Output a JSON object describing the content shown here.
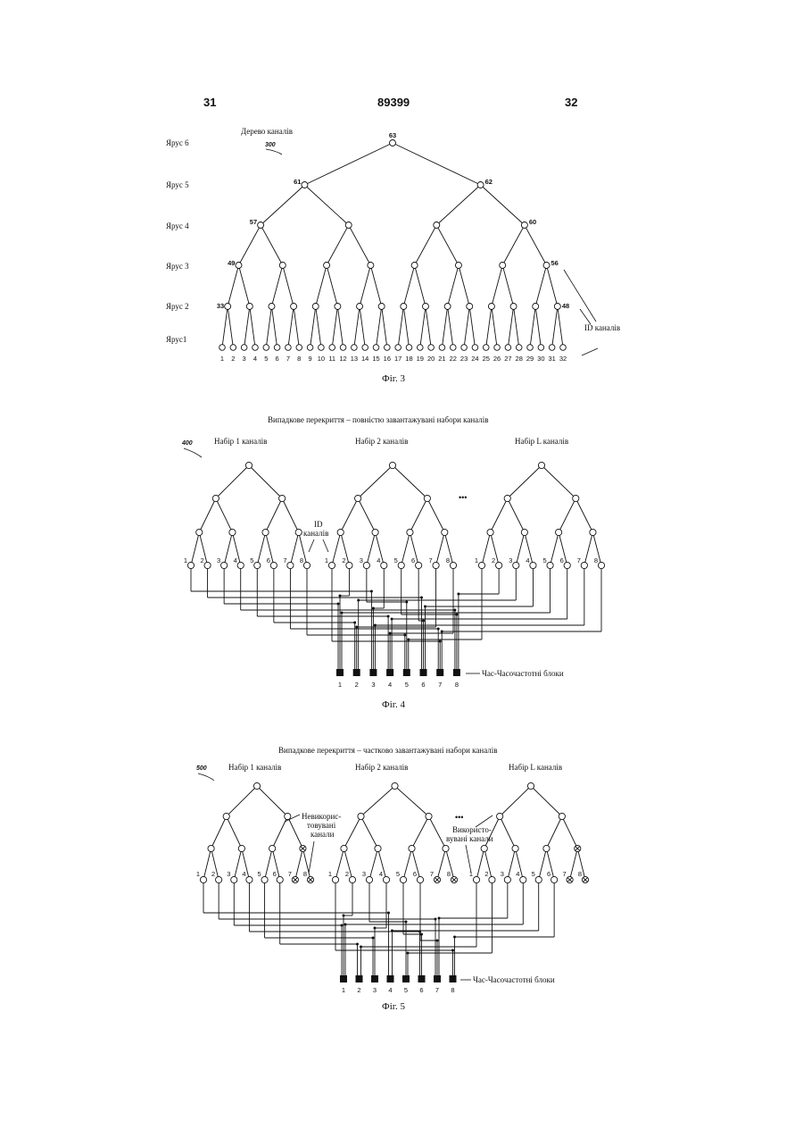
{
  "header": {
    "left_page": "31",
    "patent_number": "89399",
    "right_page": "32"
  },
  "fig3": {
    "title": "Дерево каналів",
    "ref": "300",
    "tiers": [
      "Ярус 6",
      "Ярус 5",
      "Ярус 4",
      "Ярус 3",
      "Ярус 2",
      "Ярус1"
    ],
    "leaf_labels": [
      "1",
      "2",
      "3",
      "4",
      "5",
      "6",
      "7",
      "8",
      "9",
      "10",
      "11",
      "12",
      "13",
      "14",
      "15",
      "16",
      "17",
      "18",
      "19",
      "20",
      "21",
      "22",
      "23",
      "24",
      "25",
      "26",
      "27",
      "28",
      "29",
      "30",
      "31",
      "32"
    ],
    "node_labels": [
      "63",
      "61",
      "62",
      "57",
      "60",
      "49",
      "56",
      "33",
      "48"
    ],
    "id_label": "ID каналів",
    "caption": "Фіг. 3"
  },
  "fig4": {
    "title": "Випадкове перекриття – повністю завантажувані набори каналів",
    "ref": "400",
    "set_titles": [
      "Набір 1 каналів",
      "Набір 2 каналів",
      "Набір L каналів"
    ],
    "ellipsis": "•••",
    "id_label_1": "ID",
    "id_label_2": "каналів",
    "leaf_labels": [
      "1",
      "2",
      "3",
      "4",
      "5",
      "6",
      "7",
      "8"
    ],
    "block_labels": [
      "1",
      "2",
      "3",
      "4",
      "5",
      "6",
      "7",
      "8"
    ],
    "blocks_label": "Час-Часочастотні блоки",
    "caption": "Фіг. 4"
  },
  "fig5": {
    "title": "Випадкове перекриття – частково завантажувані набори каналів",
    "ref": "500",
    "set_titles": [
      "Набір 1 каналів",
      "Набір 2 каналів",
      "Набір L каналів"
    ],
    "ellipsis": "•••",
    "unused_label": [
      "Невикорис-",
      "товувані",
      "канали"
    ],
    "used_label": [
      "Використо-",
      "вувані канали"
    ],
    "leaf_labels": [
      "1",
      "2",
      "3",
      "4",
      "5",
      "6",
      "7",
      "8"
    ],
    "block_labels": [
      "1",
      "2",
      "3",
      "4",
      "5",
      "6",
      "7",
      "8"
    ],
    "blocks_label": "Час-Часочастотні блоки",
    "caption": "Фіг. 5"
  }
}
